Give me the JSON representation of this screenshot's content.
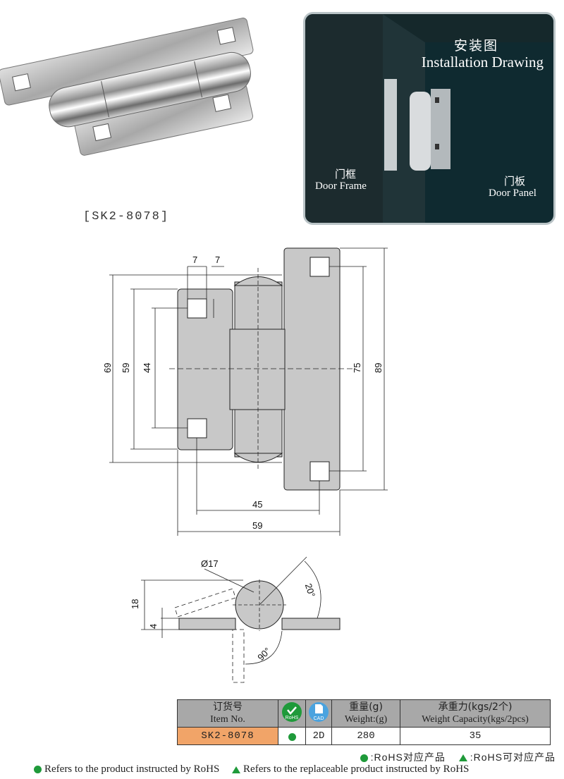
{
  "product": {
    "model_caption": "[SK2-8078]"
  },
  "installation": {
    "title_cn": "安装图",
    "title_en": "Installation Drawing",
    "frame_cn": "门框",
    "frame_en": "Door Frame",
    "panel_cn": "门板",
    "panel_en": "Door Panel"
  },
  "drawing": {
    "front_dims": [
      "7",
      "7",
      "69",
      "59",
      "44",
      "75",
      "89",
      "45",
      "59"
    ],
    "side_dims": {
      "diameter": "Ø17",
      "angle_open": "20°",
      "height": "18",
      "thickness": "4",
      "angle_rotate": "90°"
    }
  },
  "table": {
    "headers": {
      "item_cn": "订货号",
      "item_en": "Item No.",
      "rohs_icon_label": "RoHS",
      "cad_icon_label": "CAD",
      "weight_cn": "重量(g)",
      "weight_en": "Weight:(g)",
      "capacity_cn": "承重力(kgs/2个)",
      "capacity_en": "Weight Capacity(kgs/2pcs)"
    },
    "row": {
      "item": "SK2-8078",
      "cad": "2D",
      "weight": "280",
      "capacity": "35"
    }
  },
  "legend": {
    "cn_rohs": ":RoHS对应产品",
    "cn_replace": ":RoHS可对应产品",
    "en_rohs": "Refers to the product instructed by RoHS",
    "en_replace": "Refers to the replaceable product instructed by RoHS"
  },
  "colors": {
    "item_bg": "#f1a468",
    "header_bg": "#a8a8a8",
    "rohs_green": "#1f9a3a",
    "panel_bg": "#0f2a30"
  }
}
